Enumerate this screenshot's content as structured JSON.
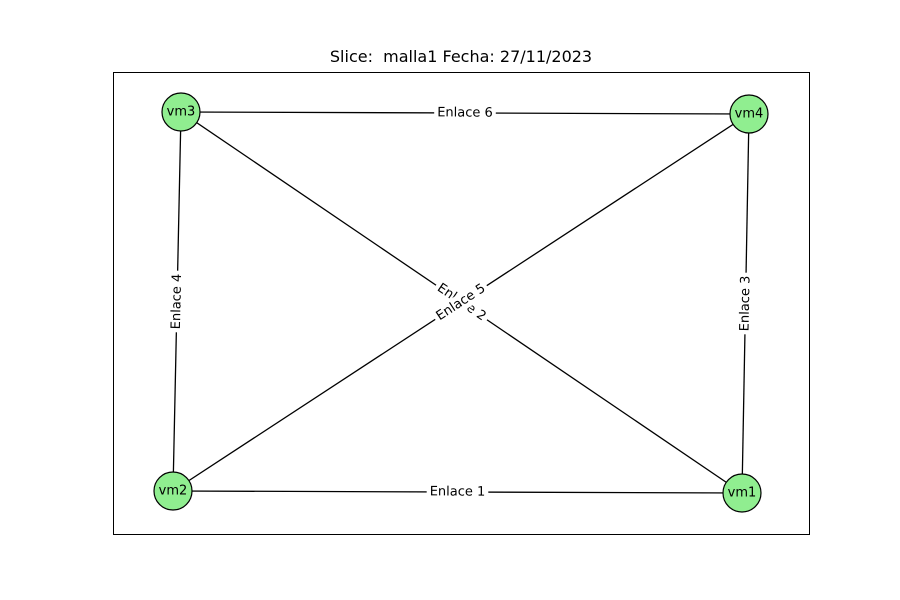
{
  "title": "Slice:  malla1 Fecha: 27/11/2023",
  "colors": {
    "node_fill": "#90ee90",
    "edge": "#000000",
    "frame": "#000000"
  },
  "nodes": [
    {
      "id": "vm1",
      "label": "vm1"
    },
    {
      "id": "vm2",
      "label": "vm2"
    },
    {
      "id": "vm3",
      "label": "vm3"
    },
    {
      "id": "vm4",
      "label": "vm4"
    }
  ],
  "edges": [
    {
      "source": "vm2",
      "target": "vm1",
      "label": "Enlace 1"
    },
    {
      "source": "vm3",
      "target": "vm1",
      "label": "Enlace 2"
    },
    {
      "source": "vm4",
      "target": "vm1",
      "label": "Enlace 3"
    },
    {
      "source": "vm3",
      "target": "vm2",
      "label": "Enlace 4"
    },
    {
      "source": "vm2",
      "target": "vm4",
      "label": "Enlace 5"
    },
    {
      "source": "vm3",
      "target": "vm4",
      "label": "Enlace 6"
    }
  ]
}
